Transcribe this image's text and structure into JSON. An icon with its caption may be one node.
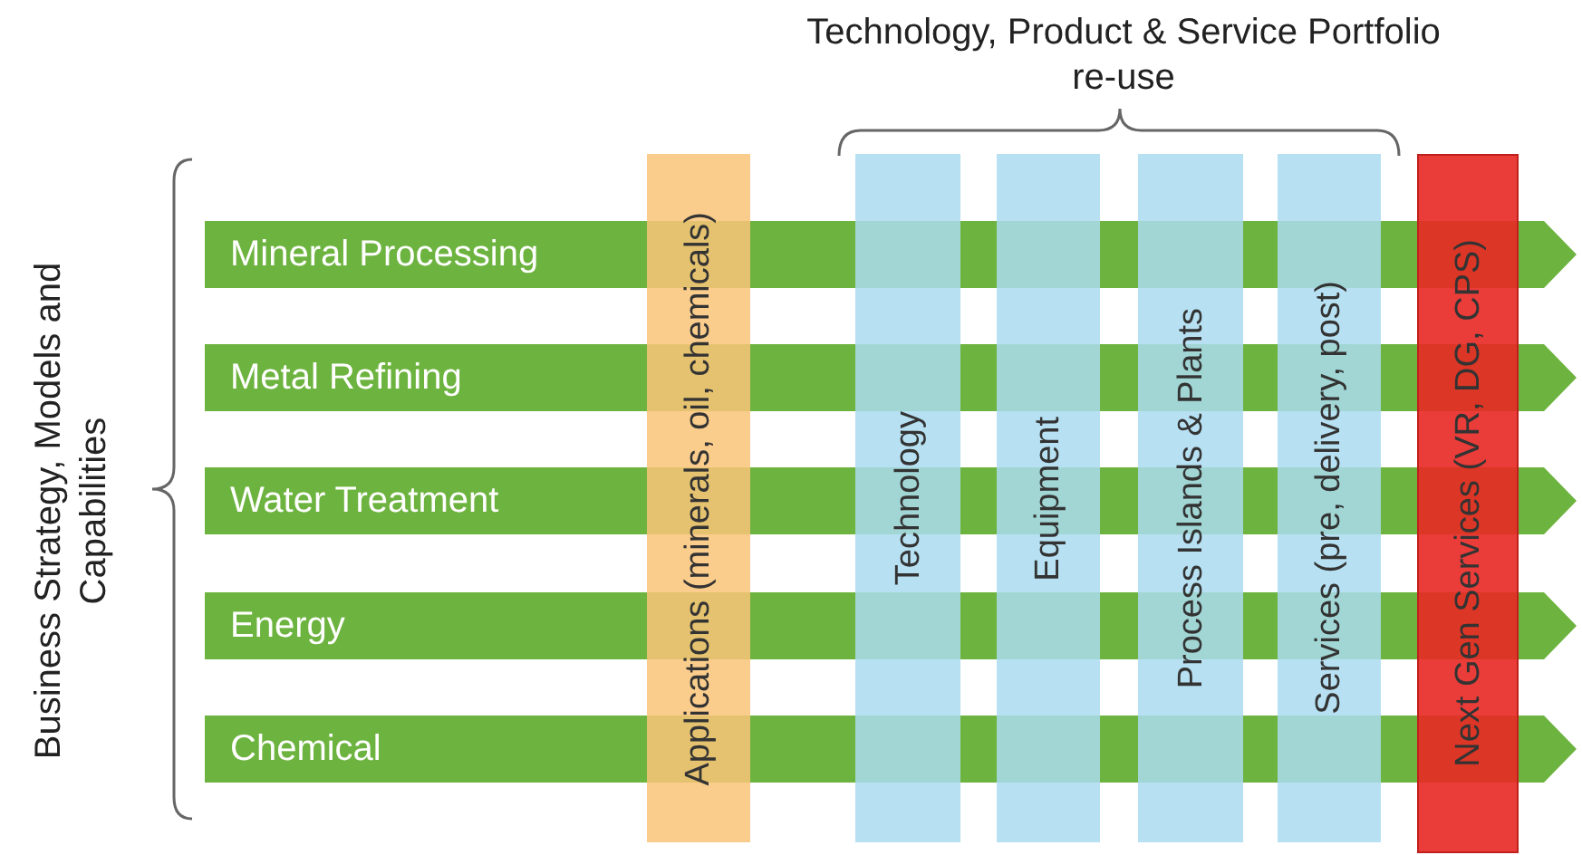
{
  "diagram": {
    "nodes": [
      {
        "text": [
          "Mineral Processing"
        ]
      },
      {
        "text": [
          "Metal Refining"
        ]
      },
      {
        "text": [
          "Water Treatment"
        ]
      },
      {
        "text": [
          "Energy"
        ]
      },
      {
        "text": [
          "Chemical"
        ]
      },
      {
        "text": [
          "Applications (minerals, oil, chemicals)"
        ]
      },
      {
        "text": [
          "Technology"
        ]
      },
      {
        "text": [
          "Equipment"
        ]
      },
      {
        "text": [
          "Process Islands & Plants"
        ]
      },
      {
        "text": [
          "Services (pre, delivery, post)"
        ]
      },
      {
        "text": [
          "Next Gen Services (VR, DG, CPS)"
        ]
      }
    ],
    "edges": [],
    "labels": [
      "Technology, Product & Service Portfolio re-use",
      "Business Strategy, Models and Capabilities"
    ]
  }
}
